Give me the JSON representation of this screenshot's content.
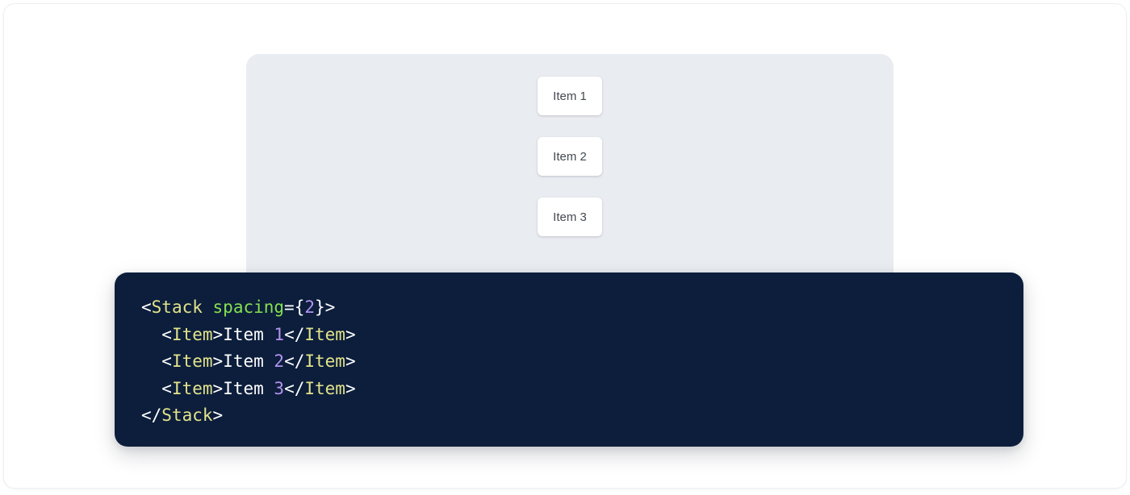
{
  "preview": {
    "panel_bg": "#e9ecf1",
    "items": [
      {
        "label": "Item 1"
      },
      {
        "label": "Item 2"
      },
      {
        "label": "Item 3"
      }
    ]
  },
  "code_block": {
    "background": "#0c1e3c",
    "language": "jsx",
    "colors": {
      "punctuation": "#ffffff",
      "tag": "#e3e38a",
      "attribute": "#85e04f",
      "number": "#b392f0",
      "text": "#ffffff"
    },
    "lines": [
      {
        "indent": "",
        "tokens": [
          {
            "t": "punct",
            "v": "<"
          },
          {
            "t": "tag",
            "v": "Stack"
          },
          {
            "t": "text",
            "v": " "
          },
          {
            "t": "attr",
            "v": "spacing"
          },
          {
            "t": "punct",
            "v": "={"
          },
          {
            "t": "num",
            "v": "2"
          },
          {
            "t": "punct",
            "v": "}>"
          }
        ]
      },
      {
        "indent": "  ",
        "tokens": [
          {
            "t": "punct",
            "v": "<"
          },
          {
            "t": "tag",
            "v": "Item"
          },
          {
            "t": "punct",
            "v": ">"
          },
          {
            "t": "text",
            "v": "Item "
          },
          {
            "t": "num",
            "v": "1"
          },
          {
            "t": "punct",
            "v": "</"
          },
          {
            "t": "tag",
            "v": "Item"
          },
          {
            "t": "punct",
            "v": ">"
          }
        ]
      },
      {
        "indent": "  ",
        "tokens": [
          {
            "t": "punct",
            "v": "<"
          },
          {
            "t": "tag",
            "v": "Item"
          },
          {
            "t": "punct",
            "v": ">"
          },
          {
            "t": "text",
            "v": "Item "
          },
          {
            "t": "num",
            "v": "2"
          },
          {
            "t": "punct",
            "v": "</"
          },
          {
            "t": "tag",
            "v": "Item"
          },
          {
            "t": "punct",
            "v": ">"
          }
        ]
      },
      {
        "indent": "  ",
        "tokens": [
          {
            "t": "punct",
            "v": "<"
          },
          {
            "t": "tag",
            "v": "Item"
          },
          {
            "t": "punct",
            "v": ">"
          },
          {
            "t": "text",
            "v": "Item "
          },
          {
            "t": "num",
            "v": "3"
          },
          {
            "t": "punct",
            "v": "</"
          },
          {
            "t": "tag",
            "v": "Item"
          },
          {
            "t": "punct",
            "v": ">"
          }
        ]
      },
      {
        "indent": "",
        "tokens": [
          {
            "t": "punct",
            "v": "</"
          },
          {
            "t": "tag",
            "v": "Stack"
          },
          {
            "t": "punct",
            "v": ">"
          }
        ]
      }
    ]
  }
}
